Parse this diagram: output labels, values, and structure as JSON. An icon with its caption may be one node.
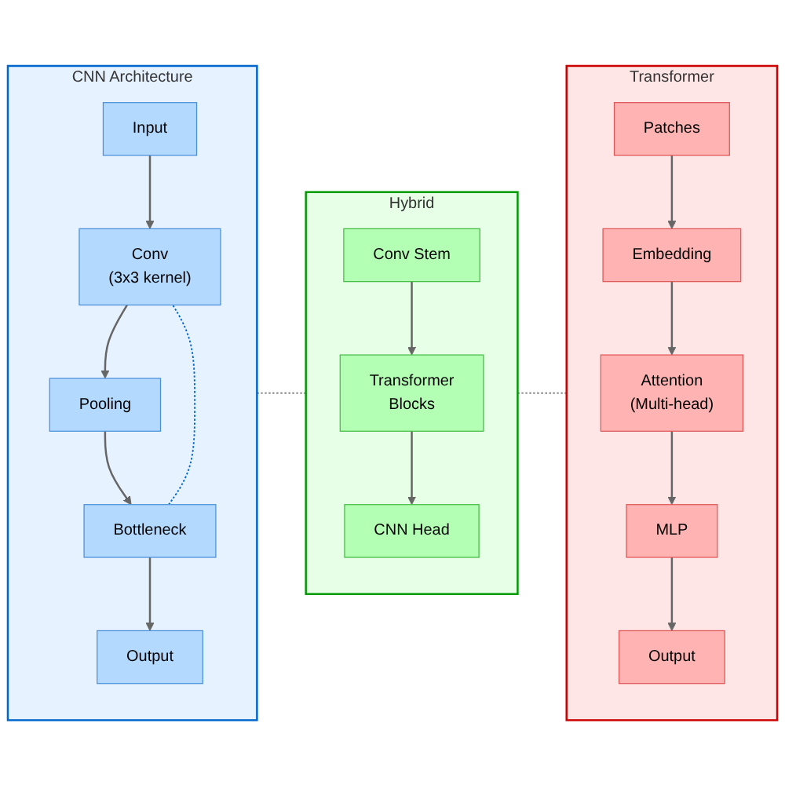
{
  "diagram": {
    "nodes": [
      {
        "text": [
          "CNN Architecture"
        ]
      },
      {
        "text": [
          "Input"
        ],
        "in": 0
      },
      {
        "text": [
          "Conv",
          "(3x3 kernel)"
        ],
        "in": 0
      },
      {
        "text": [
          "Pooling"
        ],
        "in": 0
      },
      {
        "text": [
          "Bottleneck"
        ],
        "in": 0
      },
      {
        "text": [
          "Output"
        ],
        "in": 0
      },
      {
        "text": [
          "Hybrid"
        ]
      },
      {
        "text": [
          "Conv Stem"
        ],
        "in": 6
      },
      {
        "text": [
          "Transformer",
          "Blocks"
        ],
        "in": 6
      },
      {
        "text": [
          "CNN Head"
        ],
        "in": 6
      },
      {
        "text": [
          "Transformer"
        ]
      },
      {
        "text": [
          "Patches"
        ],
        "in": 10
      },
      {
        "text": [
          "Embedding"
        ],
        "in": 10
      },
      {
        "text": [
          "Attention",
          "(Multi-head)"
        ],
        "in": 10
      },
      {
        "text": [
          "MLP"
        ],
        "in": 10
      },
      {
        "text": [
          "Output"
        ],
        "in": 10
      }
    ],
    "edges": [
      {
        "from": 1,
        "to": 2,
        "arrow": "to"
      },
      {
        "from": 2,
        "to": 3,
        "arrow": "to"
      },
      {
        "from": 3,
        "to": 4,
        "arrow": "to"
      },
      {
        "from": 4,
        "to": 5,
        "arrow": "to"
      },
      {
        "from": 4,
        "to": 2,
        "arrow": "none",
        "style": "dashed",
        "color": "#0066cc"
      },
      {
        "from": 7,
        "to": 8,
        "arrow": "to"
      },
      {
        "from": 8,
        "to": 9,
        "arrow": "to"
      },
      {
        "from": 11,
        "to": 12,
        "arrow": "to"
      },
      {
        "from": 12,
        "to": 13,
        "arrow": "to"
      },
      {
        "from": 13,
        "to": 14,
        "arrow": "to"
      },
      {
        "from": 14,
        "to": 15,
        "arrow": "to"
      },
      {
        "from": 0,
        "to": 6,
        "arrow": "none",
        "style": "dashed",
        "color": "#888888"
      },
      {
        "from": 6,
        "to": 10,
        "arrow": "none",
        "style": "dashed",
        "color": "#888888"
      }
    ]
  }
}
